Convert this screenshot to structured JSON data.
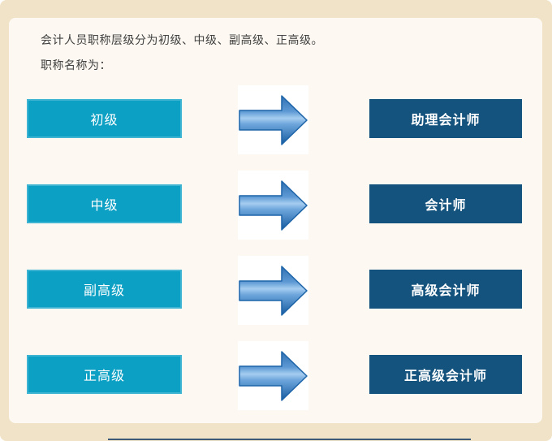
{
  "intro": {
    "line1": "会计人员职称层级分为初级、中级、副高级、正高级。",
    "line2": "职称名称为："
  },
  "rows": [
    {
      "level": "初级",
      "title": "助理会计师"
    },
    {
      "level": "中级",
      "title": "会计师"
    },
    {
      "level": "副高级",
      "title": "高级会计师"
    },
    {
      "level": "正高级",
      "title": "正高级会计师"
    }
  ],
  "icons": {
    "arrow": "right-arrow"
  },
  "colors": {
    "page_background": "#f1e3c8",
    "panel_background": "#fdf9f2",
    "level_box": "#0ca0c4",
    "level_box_border": "#3eb3d2",
    "title_box": "#14537e",
    "arrow_dark_blue": "#155a9f",
    "arrow_light_blue": "#a5cdf0",
    "intro_text": "#3f3f3f",
    "bottom_line": "#3c5a77"
  }
}
